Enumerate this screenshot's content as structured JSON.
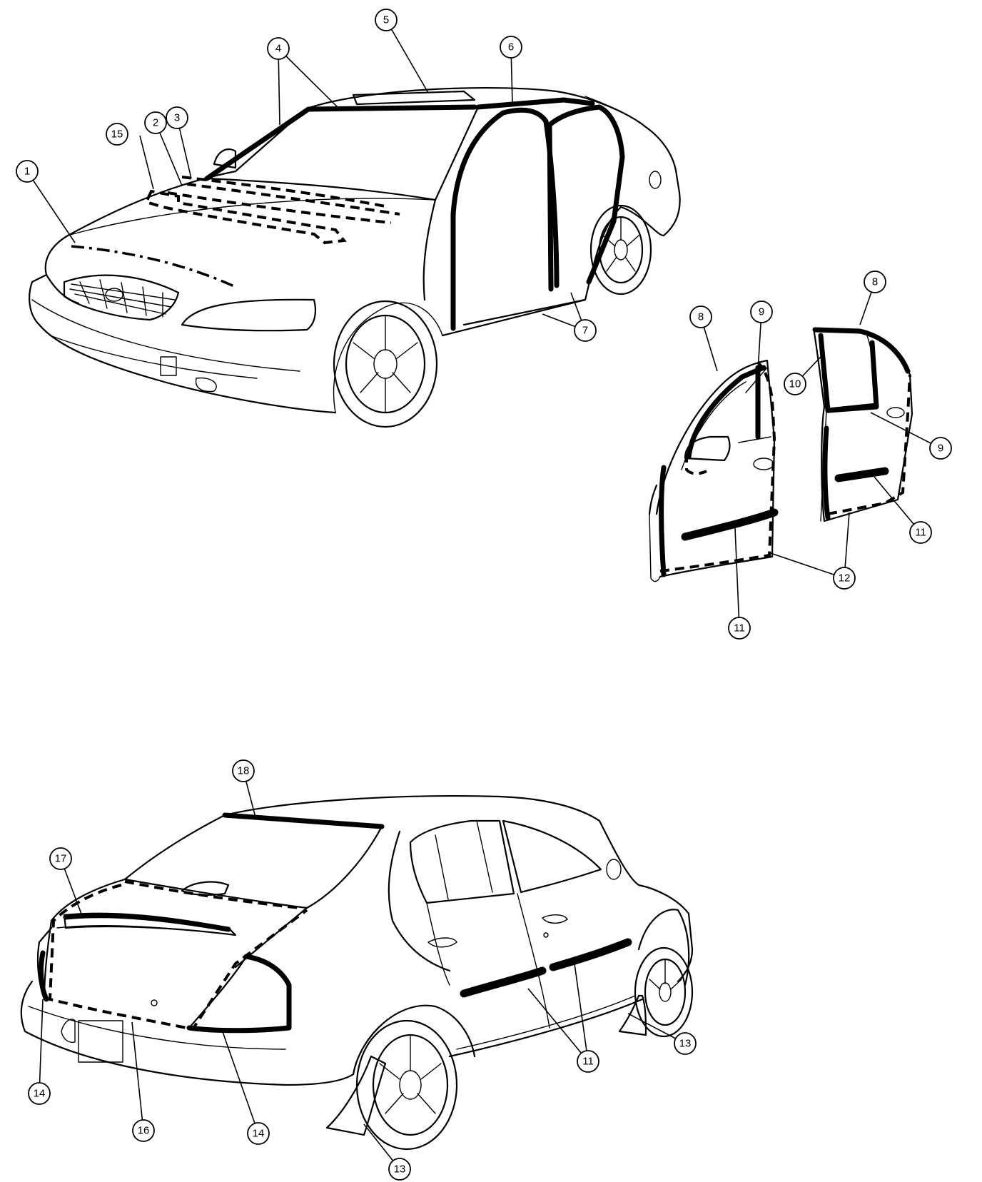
{
  "callouts": [
    {
      "id": "c1",
      "label": "1"
    },
    {
      "id": "c2",
      "label": "2"
    },
    {
      "id": "c3",
      "label": "3"
    },
    {
      "id": "c4",
      "label": "4"
    },
    {
      "id": "c5",
      "label": "5"
    },
    {
      "id": "c6",
      "label": "6"
    },
    {
      "id": "c7",
      "label": "7"
    },
    {
      "id": "c8a",
      "label": "8"
    },
    {
      "id": "c8b",
      "label": "8"
    },
    {
      "id": "c9a",
      "label": "9"
    },
    {
      "id": "c9b",
      "label": "9"
    },
    {
      "id": "c10",
      "label": "10"
    },
    {
      "id": "c11a",
      "label": "11"
    },
    {
      "id": "c11b",
      "label": "11"
    },
    {
      "id": "c11c",
      "label": "11"
    },
    {
      "id": "c12",
      "label": "12"
    },
    {
      "id": "c13a",
      "label": "13"
    },
    {
      "id": "c13b",
      "label": "13"
    },
    {
      "id": "c14a",
      "label": "14"
    },
    {
      "id": "c14b",
      "label": "14"
    },
    {
      "id": "c15",
      "label": "15"
    },
    {
      "id": "c16",
      "label": "16"
    },
    {
      "id": "c17",
      "label": "17"
    },
    {
      "id": "c18",
      "label": "18"
    }
  ]
}
